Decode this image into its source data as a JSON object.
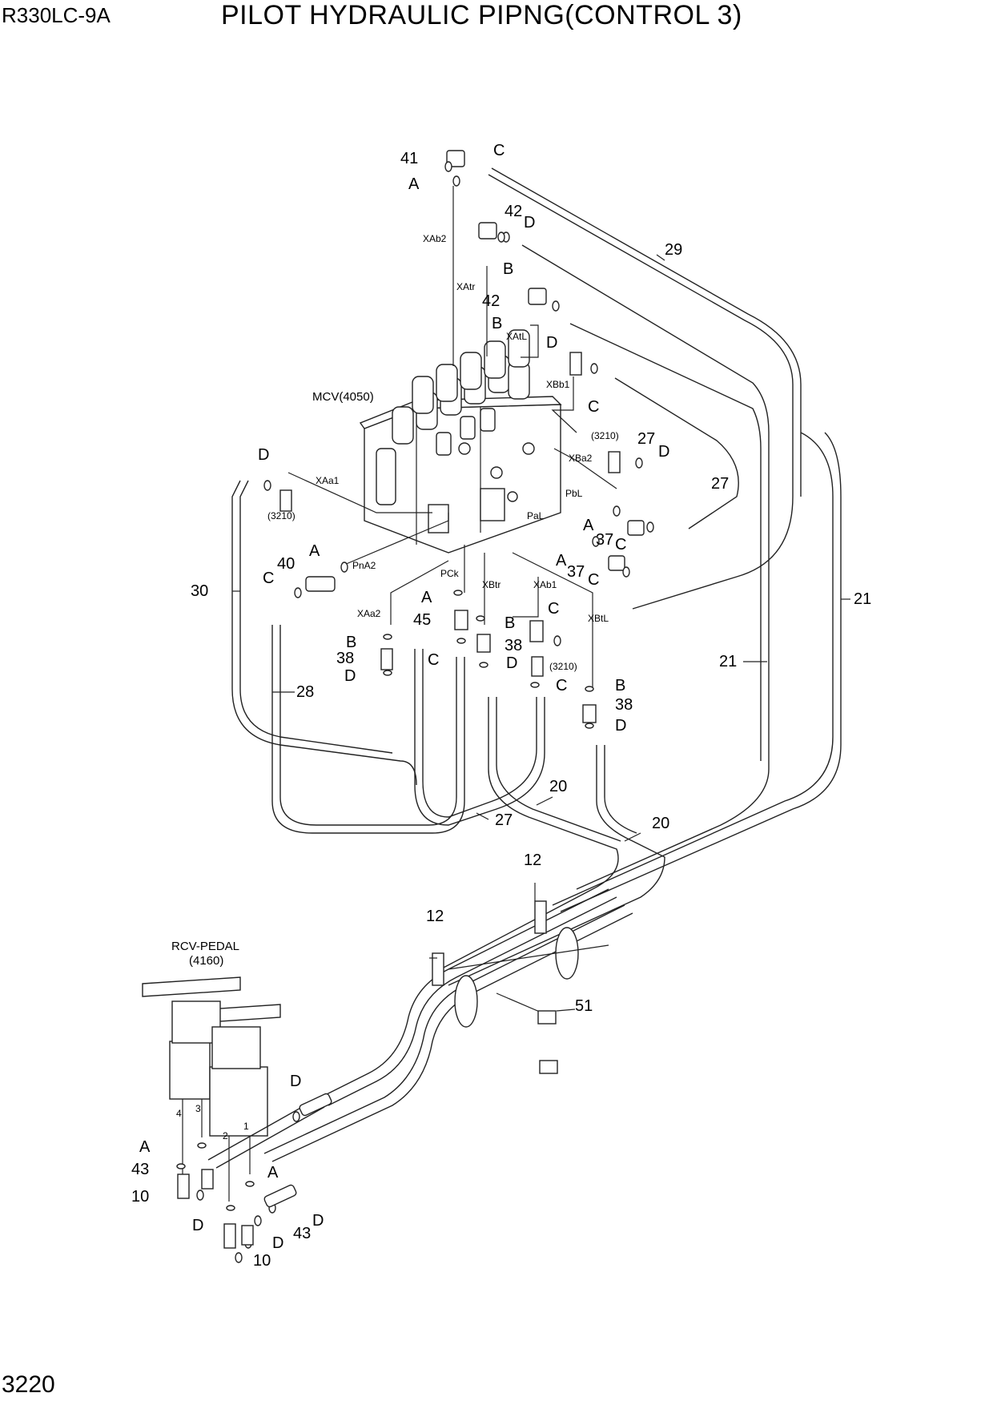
{
  "header": {
    "model": "R330LC-9A",
    "title": "PILOT HYDRAULIC PIPNG(CONTROL 3)"
  },
  "footer": {
    "page": "3220"
  },
  "components": {
    "mcv": "MCV(4050)",
    "rcv_pedal_line1": "RCV-PEDAL",
    "rcv_pedal_line2": "(4160)",
    "ref_3210": "(3210)"
  },
  "port_labels": [
    "XAb2",
    "XAtr",
    "XAtL",
    "XBb1",
    "XAa1",
    "XBa2",
    "PbL",
    "PaL",
    "PnA2",
    "PCk",
    "XBtr",
    "XAb1",
    "XAa2",
    "XBtL"
  ],
  "pedal_ports": [
    "4",
    "3",
    "2",
    "1"
  ],
  "callouts": [
    "41",
    "C",
    "A",
    "42",
    "D",
    "B",
    "29",
    "42",
    "B",
    "D",
    "C",
    "27",
    "D",
    "27",
    "D",
    "A",
    "37",
    "C",
    "A",
    "37",
    "C",
    "40",
    "A",
    "30",
    "C",
    "21",
    "21",
    "A",
    "45",
    "B",
    "B",
    "38",
    "38",
    "C",
    "C",
    "D",
    "D",
    "C",
    "B",
    "38",
    "D",
    "28",
    "20",
    "20",
    "27",
    "12",
    "12",
    "51",
    "D",
    "A",
    "43",
    "A",
    "10",
    "D",
    "43",
    "D",
    "D",
    "10"
  ]
}
